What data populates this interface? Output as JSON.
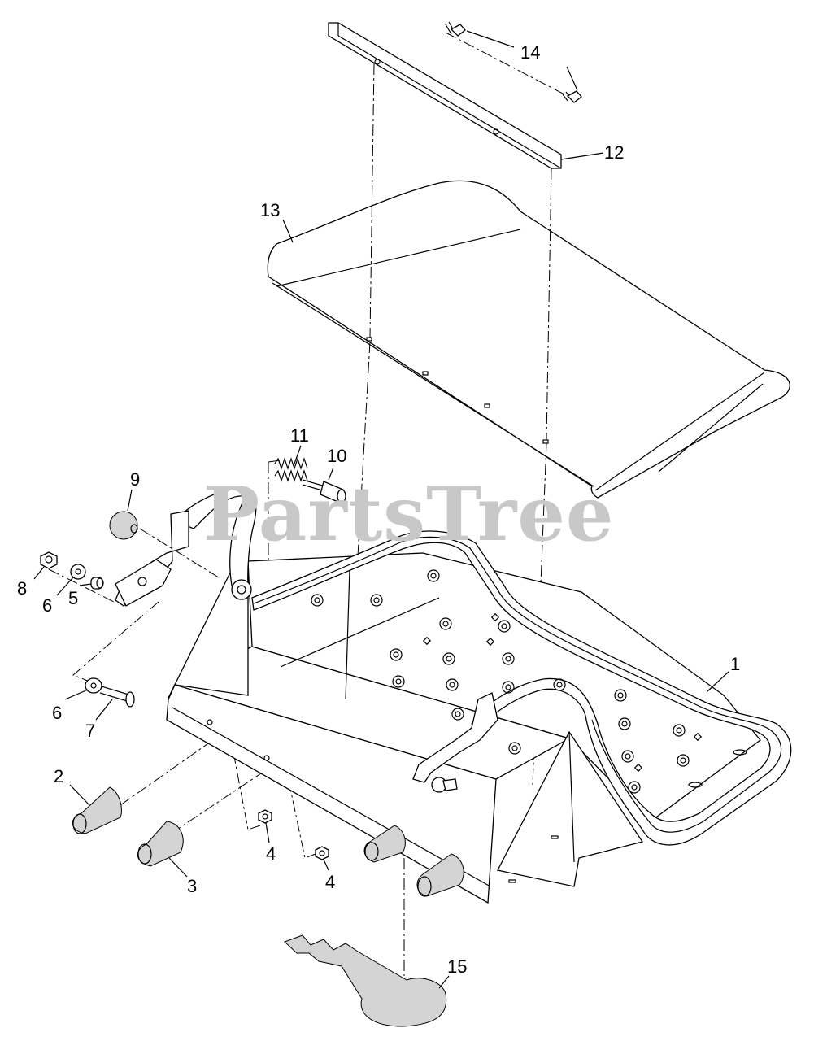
{
  "watermark": "PartsTree",
  "callouts": [
    {
      "id": "c1",
      "text": "1"
    },
    {
      "id": "c2",
      "text": "2"
    },
    {
      "id": "c3",
      "text": "3"
    },
    {
      "id": "c4a",
      "text": "4"
    },
    {
      "id": "c4b",
      "text": "4"
    },
    {
      "id": "c5",
      "text": "5"
    },
    {
      "id": "c6a",
      "text": "6"
    },
    {
      "id": "c6b",
      "text": "6"
    },
    {
      "id": "c7",
      "text": "7"
    },
    {
      "id": "c8",
      "text": "8"
    },
    {
      "id": "c9",
      "text": "9"
    },
    {
      "id": "c10",
      "text": "10"
    },
    {
      "id": "c11",
      "text": "11"
    },
    {
      "id": "c12",
      "text": "12"
    },
    {
      "id": "c13",
      "text": "13"
    },
    {
      "id": "c14",
      "text": "14"
    },
    {
      "id": "c15",
      "text": "15"
    }
  ]
}
